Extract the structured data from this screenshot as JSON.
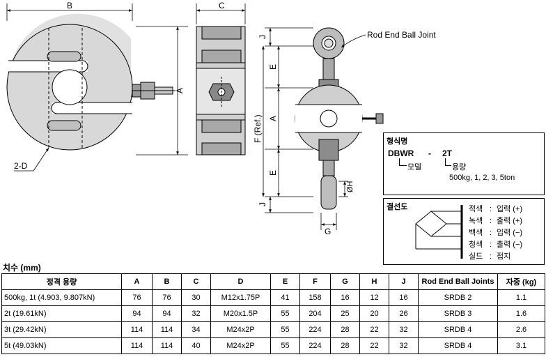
{
  "drawing": {
    "labels": {
      "b": "B",
      "c": "C",
      "a_left": "A",
      "d": "2-D",
      "j_top": "J",
      "j_bottom": "J",
      "e_top": "E",
      "e_bottom": "E",
      "f": "F (Ref.)",
      "a_right": "A",
      "h": "ØH",
      "g": "G",
      "rod_end": "Rod End Ball Joint"
    }
  },
  "model_box": {
    "title": "형식명",
    "model": "DBWR",
    "dash": "-",
    "capacity_code": "2T",
    "model_label": "모델",
    "capacity_label": "용량",
    "capacity_options": "500kg, 1, 2, 3, 5ton"
  },
  "wiring_box": {
    "title": "결선도",
    "wires": [
      {
        "color": "적색",
        "sep": ":",
        "function": "입력 (+)"
      },
      {
        "color": "녹색",
        "sep": ":",
        "function": "출력 (+)"
      },
      {
        "color": "백색",
        "sep": ":",
        "function": "입력 (−)"
      },
      {
        "color": "청색",
        "sep": ":",
        "function": "출력 (−)"
      },
      {
        "color": "실드",
        "sep": ":",
        "function": "접지"
      }
    ]
  },
  "dimensions": {
    "title": "치수 (mm)",
    "headers": [
      "정격 용량",
      "A",
      "B",
      "C",
      "D",
      "E",
      "F",
      "G",
      "H",
      "J",
      "Rod End Ball Joints",
      "자중 (kg)"
    ],
    "rows": [
      [
        "500kg, 1t (4.903, 9.807kN)",
        "76",
        "76",
        "30",
        "M12x1.75P",
        "41",
        "158",
        "16",
        "12",
        "16",
        "SRDB 2",
        "1.1"
      ],
      [
        "2t (19.61kN)",
        "94",
        "94",
        "32",
        "M20x1.5P",
        "55",
        "204",
        "25",
        "20",
        "26",
        "SRDB 3",
        "1.6"
      ],
      [
        "3t (29.42kN)",
        "114",
        "114",
        "34",
        "M24x2P",
        "55",
        "224",
        "28",
        "22",
        "32",
        "SRDB 4",
        "2.6"
      ],
      [
        "5t (49.03kN)",
        "114",
        "114",
        "40",
        "M24x2P",
        "55",
        "224",
        "28",
        "22",
        "32",
        "SRDB 4",
        "3.1"
      ]
    ]
  }
}
